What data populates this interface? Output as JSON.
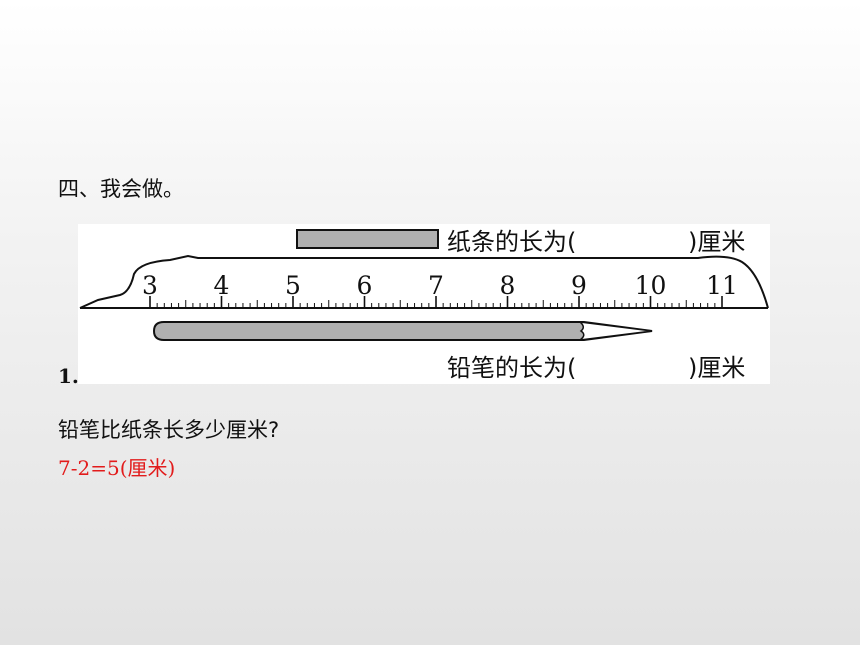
{
  "section_title": "四、我会做。",
  "question_number": "1.",
  "figure": {
    "paper_label": "纸条的长为(",
    "pencil_label": "铅笔的长为(",
    "unit_label": ")厘米",
    "ruler_ticks": [
      "3",
      "4",
      "5",
      "6",
      "7",
      "8",
      "9",
      "10",
      "11"
    ]
  },
  "question": "铅笔比纸条长多少厘米?",
  "answer": "7-2=5(厘米)",
  "colors": {
    "answer": "#e21b1b",
    "strip_fill": "#b0b0b0"
  }
}
